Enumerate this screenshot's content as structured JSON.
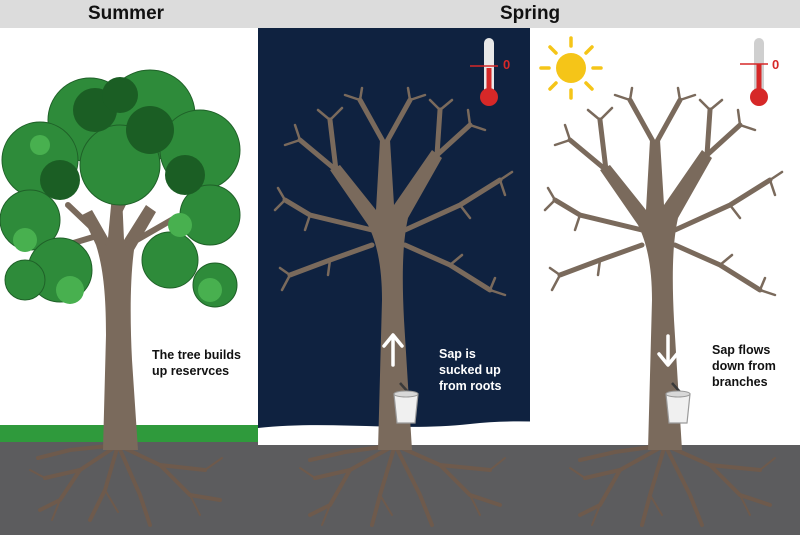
{
  "headers": {
    "summer": "Summer",
    "spring": "Spring"
  },
  "panels": {
    "summer": {
      "caption": "The tree builds\nup reservces"
    },
    "night": {
      "caption": "Sap is\nsucked up\nfrom roots",
      "thermometer_label": "0",
      "sky_icon": "moon-icon",
      "sap_direction": "up"
    },
    "day": {
      "caption": "Sap flows\ndown from\nbranches",
      "thermometer_label": "0",
      "sky_icon": "sun-icon",
      "sap_direction": "down"
    }
  },
  "colors": {
    "night_sky": "#0f2240",
    "trunk": "#7a6a5c",
    "ground": "#5c5c5e",
    "grass": "#2f9a3c",
    "leaves": "#2e8b3a",
    "sun": "#f5c518",
    "thermometer": "#d62828"
  }
}
